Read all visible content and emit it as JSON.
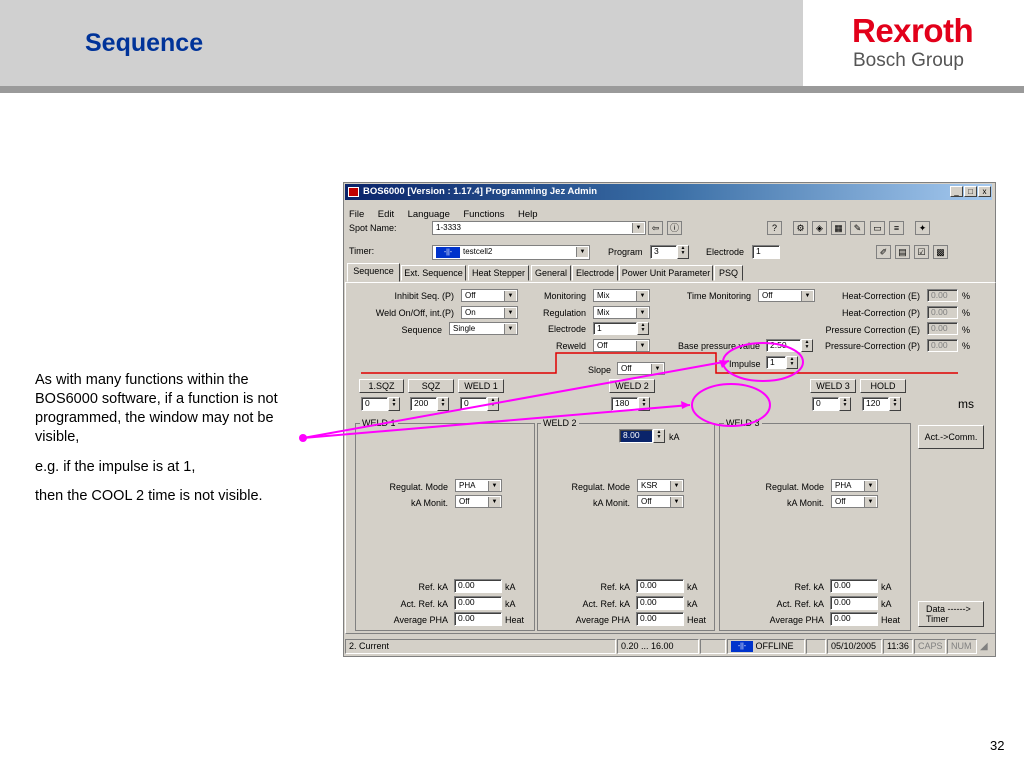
{
  "slide": {
    "title": "Sequence",
    "brand_main": "Rexroth",
    "brand_sub": "Bosch Group",
    "notes": [
      "As with many functions within the BOS6000 software, if a function is not programmed, the window may not be visible,",
      "e.g. if the impulse is at 1,",
      "then the COOL 2 time is not visible."
    ],
    "page_number": "32",
    "colors": {
      "title": "#003399",
      "brand": "#e2001a",
      "annotation": "#ff00ff",
      "window_frame": "#d4d0c8",
      "red_line": "#e00000"
    }
  },
  "window": {
    "title": "BOS6000 [Version : 1.17.4] Programming Jez Admin",
    "controls": {
      "minimize": "_",
      "maximize": "□",
      "close": "x"
    },
    "menu": [
      "File",
      "Edit",
      "Language",
      "Functions",
      "Help"
    ],
    "spot_label": "Spot Name:",
    "spot_value": "1-3333",
    "timer_label": "Timer:",
    "timer_value": "testcell2",
    "program_label": "Program",
    "program_value": "3",
    "electrode_label": "Electrode",
    "electrode_value": "1",
    "tabs": [
      "Sequence",
      "Ext. Sequence",
      "Heat Stepper",
      "General",
      "Electrode",
      "Power Unit Parameter",
      "PSQ"
    ],
    "active_tab": "Sequence",
    "top_fields": {
      "inhibit": {
        "label": "Inhibit Seq. (P)",
        "value": "Off"
      },
      "weld_onoff": {
        "label": "Weld On/Off, int.(P)",
        "value": "On"
      },
      "sequence": {
        "label": "Sequence",
        "value": "Single"
      },
      "monitoring": {
        "label": "Monitoring",
        "value": "Mix"
      },
      "regulation": {
        "label": "Regulation",
        "value": "Mix"
      },
      "electrode": {
        "label": "Electrode",
        "value": "1"
      },
      "reweld": {
        "label": "Reweld",
        "value": "Off"
      },
      "time_monitoring": {
        "label": "Time Monitoring",
        "value": "Off"
      },
      "base_pressure": {
        "label": "Base pressure value",
        "value": "2.50"
      },
      "impulse": {
        "label": "Impulse",
        "value": "1"
      },
      "slope": {
        "label": "Slope",
        "value": "Off"
      },
      "corrections": [
        {
          "label": "Heat-Correction (E)",
          "value": "0.00",
          "unit": "%"
        },
        {
          "label": "Heat-Correction (P)",
          "value": "0.00",
          "unit": "%"
        },
        {
          "label": "Pressure Correction (E)",
          "value": "0.00",
          "unit": "%"
        },
        {
          "label": "Pressure-Correction (P)",
          "value": "0.00",
          "unit": "%"
        }
      ]
    },
    "time_blocks": [
      {
        "label": "1.SQZ",
        "value": "0"
      },
      {
        "label": "SQZ",
        "value": "200"
      },
      {
        "label": "WELD 1",
        "value": "0"
      },
      {
        "label": "WELD 2",
        "value": "180"
      },
      {
        "label": "WELD 3",
        "value": "0"
      },
      {
        "label": "HOLD",
        "value": "120"
      }
    ],
    "time_unit": "ms",
    "weld_groups": [
      {
        "title": "WELD 1",
        "regul_label": "Regulat. Mode",
        "regul_value": "PHA",
        "monit_label": "kA Monit.",
        "monit_value": "Off",
        "ref_label": "Ref. kA",
        "ref_value": "0.00",
        "ref_unit": "kA",
        "act_label": "Act. Ref. kA",
        "act_value": "0.00",
        "act_unit": "kA",
        "avg_label": "Average PHA",
        "avg_value": "0.00",
        "avg_unit": "Heat"
      },
      {
        "title": "WELD 2",
        "current_value": "8.00",
        "current_unit": "kA",
        "regul_label": "Regulat. Mode",
        "regul_value": "KSR",
        "monit_label": "kA Monit.",
        "monit_value": "Off",
        "ref_label": "Ref. kA",
        "ref_value": "0.00",
        "ref_unit": "kA",
        "act_label": "Act. Ref. kA",
        "act_value": "0.00",
        "act_unit": "kA",
        "avg_label": "Average PHA",
        "avg_value": "0.00",
        "avg_unit": "Heat"
      },
      {
        "title": "WELD 3",
        "regul_label": "Regulat. Mode",
        "regul_value": "PHA",
        "monit_label": "kA Monit.",
        "monit_value": "Off",
        "ref_label": "Ref. kA",
        "ref_value": "0.00",
        "ref_unit": "kA",
        "act_label": "Act. Ref. kA",
        "act_value": "0.00",
        "act_unit": "kA",
        "avg_label": "Average PHA",
        "avg_value": "0.00",
        "avg_unit": "Heat"
      }
    ],
    "act_comm_button": "Act.->Comm.",
    "data_timer_button": {
      "line1": "Data   ------>",
      "line2": "Timer"
    },
    "status": {
      "mode": "2. Current",
      "range": "0.20 ... 16.00",
      "connection": "OFFLINE",
      "date": "05/10/2005",
      "time": "11:36",
      "caps": "CAPS",
      "num": "NUM"
    }
  }
}
